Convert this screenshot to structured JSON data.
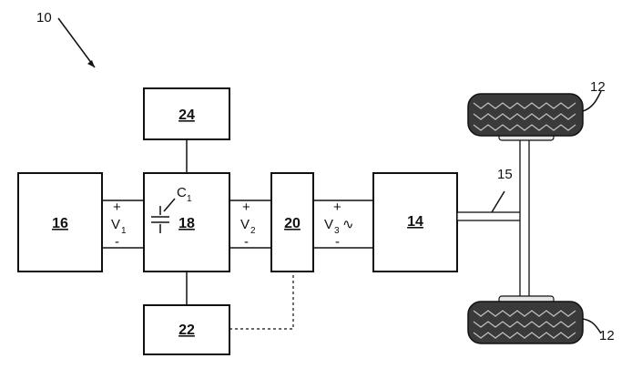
{
  "figure": {
    "ref_system": "10",
    "ref_wheel_top": "12",
    "ref_wheel_bottom": "12",
    "ref_axle": "15"
  },
  "blocks": {
    "b16": "16",
    "b18": "18",
    "b20": "20",
    "b14": "14",
    "b24": "24",
    "b22": "22"
  },
  "capacitor": {
    "letter": "C",
    "sub": "1"
  },
  "voltages": {
    "v1": {
      "letter": "V",
      "sub": "1",
      "plus": "+",
      "minus": "-"
    },
    "v2": {
      "letter": "V",
      "sub": "2",
      "plus": "+",
      "minus": "-"
    },
    "v3": {
      "letter": "V",
      "sub": "3",
      "plus": "+",
      "minus": "-",
      "ac_symbol": "∿"
    }
  }
}
